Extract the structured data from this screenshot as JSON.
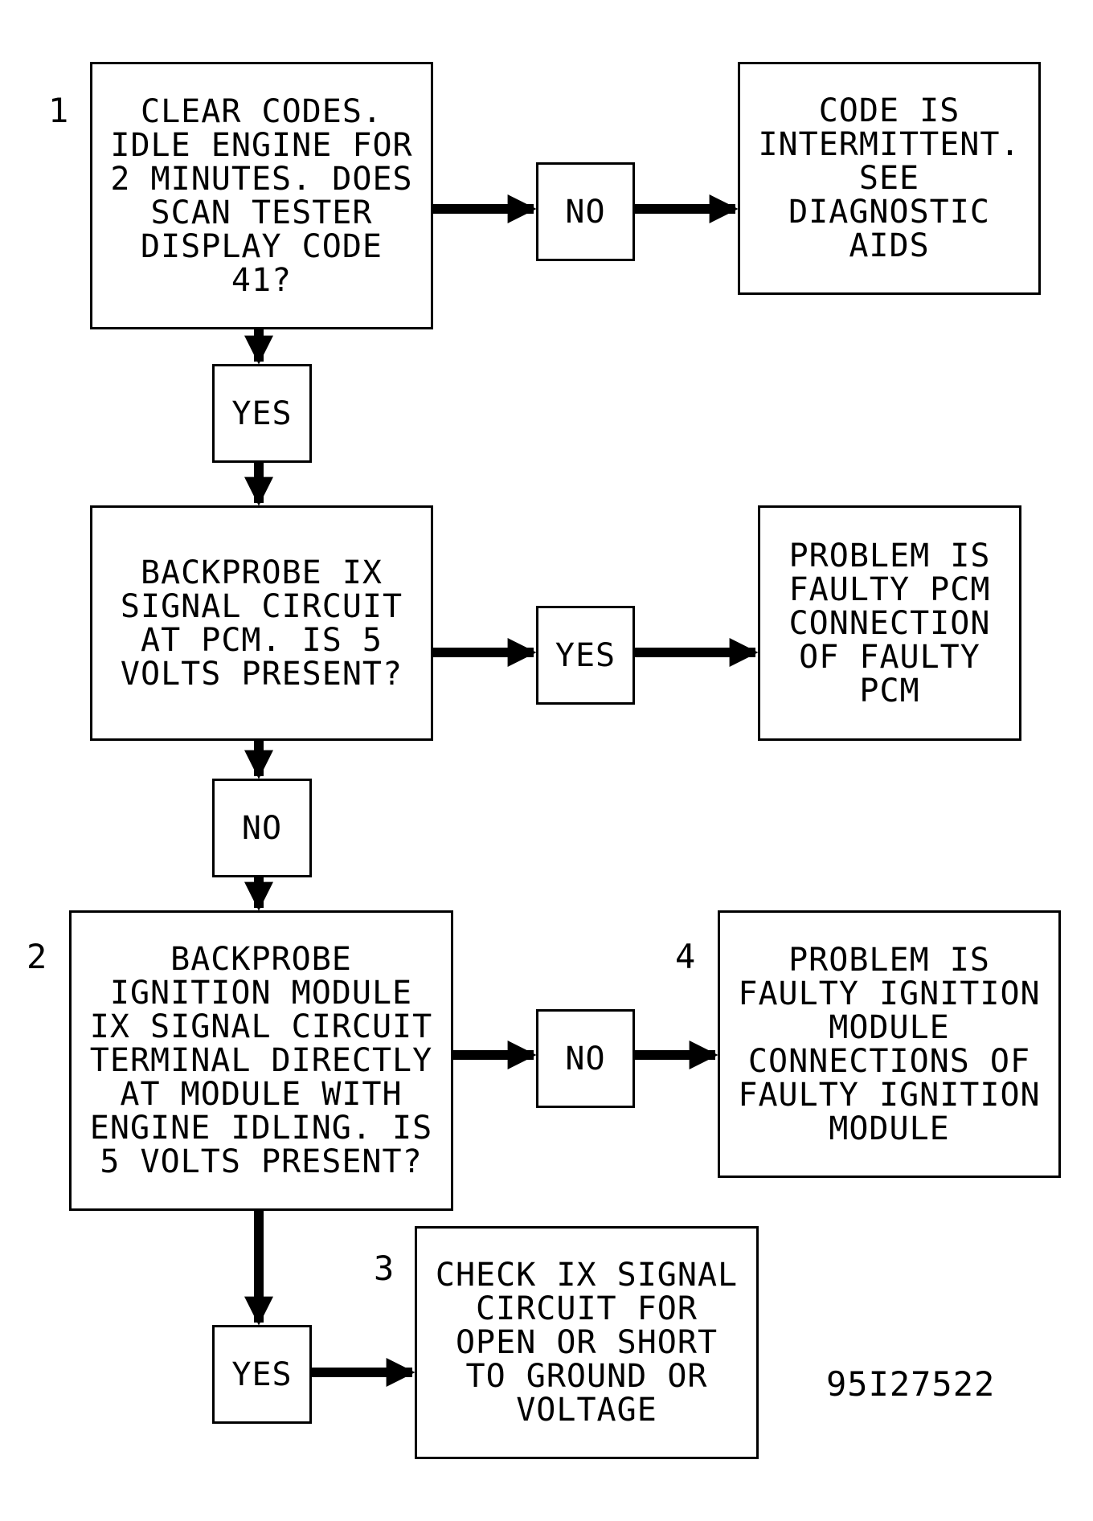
{
  "steps": {
    "step1": {
      "number": "1",
      "text": "CLEAR CODES.\nIDLE ENGINE FOR\n2 MINUTES. DOES\nSCAN TESTER\nDISPLAY CODE\n41?"
    },
    "step2": {
      "number": "2",
      "text": "BACKPROBE\nIGNITION MODULE\nIX SIGNAL CIRCUIT\nTERMINAL DIRECTLY\nAT MODULE WITH\nENGINE IDLING. IS\n5 VOLTS PRESENT?"
    },
    "step3": {
      "number": "3",
      "text": "CHECK IX SIGNAL\nCIRCUIT FOR\nOPEN OR SHORT\nTO GROUND OR\nVOLTAGE"
    },
    "step4": {
      "number": "4",
      "text": "PROBLEM IS\nFAULTY IGNITION\nMODULE\nCONNECTIONS OF\nFAULTY IGNITION\nMODULE"
    },
    "backprobe_pcm": {
      "text": "BACKPROBE IX\nSIGNAL CIRCUIT\nAT PCM. IS 5\nVOLTS PRESENT?"
    },
    "intermittent": {
      "text": "CODE IS\nINTERMITTENT.\nSEE\nDIAGNOSTIC\nAIDS"
    },
    "faulty_pcm": {
      "text": "PROBLEM IS\nFAULTY PCM\nCONNECTION\nOF FAULTY\nPCM"
    }
  },
  "decisions": {
    "step1_no": "NO",
    "step1_yes": "YES",
    "pcm_yes": "YES",
    "pcm_no": "NO",
    "step2_no": "NO",
    "step2_yes": "YES"
  },
  "figure_ref": "95I27522"
}
